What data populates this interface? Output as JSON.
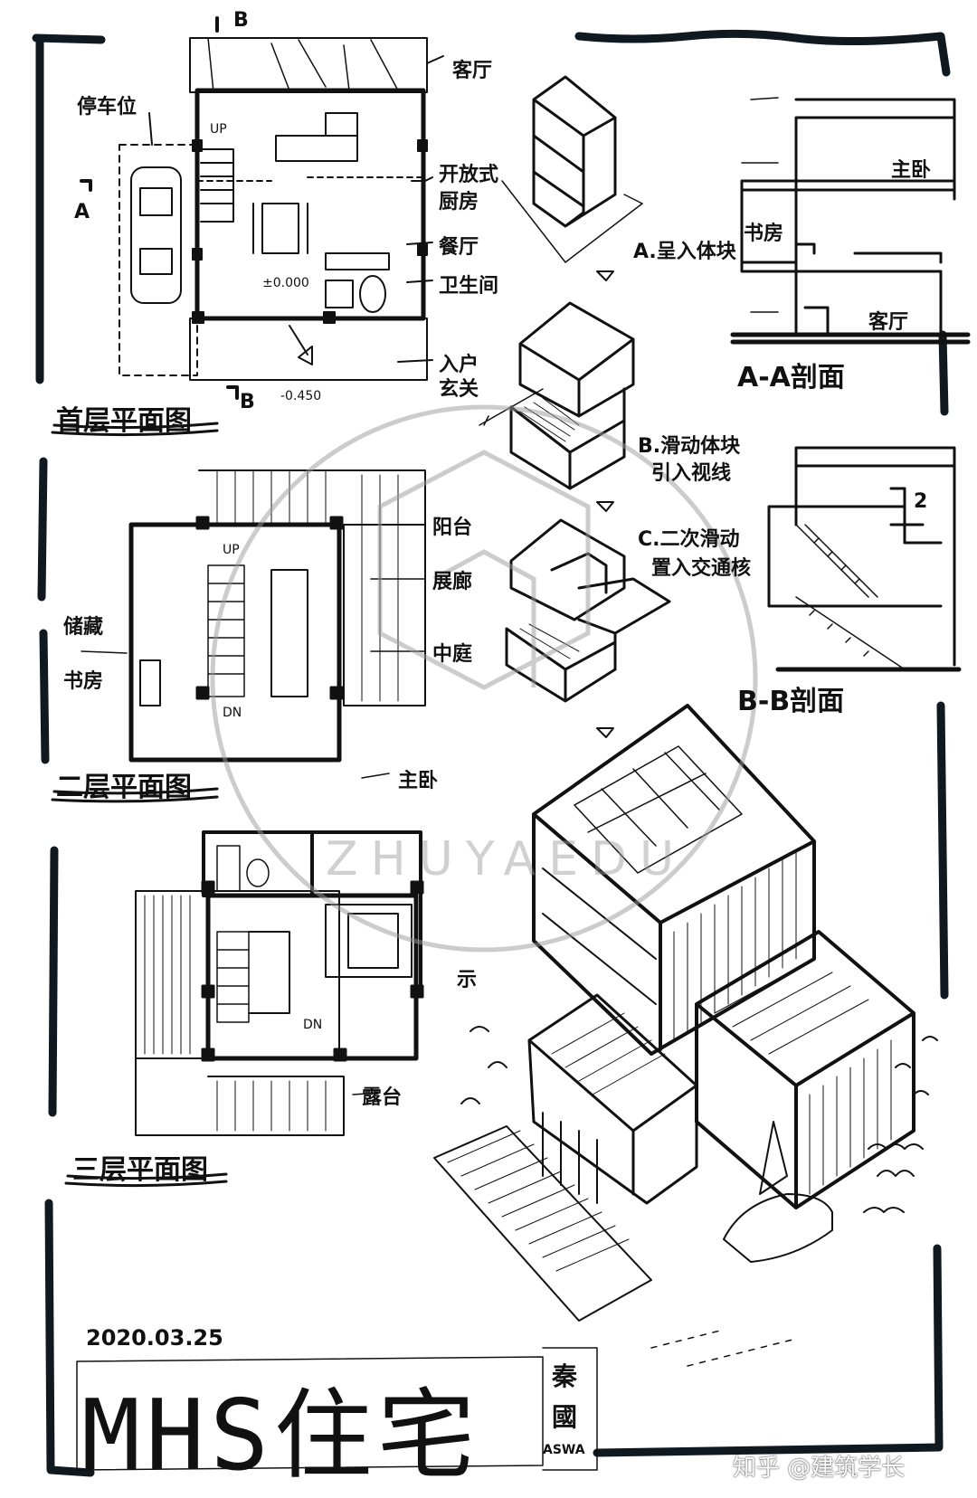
{
  "colors": {
    "ink": "#111111",
    "border": "#101820",
    "border_light": "#3a4a70",
    "watermark": "#9a9a9a",
    "paper": "#ffffff"
  },
  "plans": {
    "first_floor": {
      "title": "首层平面图",
      "labels": {
        "parking": "停车位",
        "living": "客厅",
        "open_kitchen_1": "开放式",
        "open_kitchen_2": "厨房",
        "dining": "餐厅",
        "bathroom": "卫生间",
        "entry_1": "入户",
        "entry_2": "玄关",
        "up": "UP",
        "elev_in": "±0.000",
        "elev_out": "-0.450",
        "section_a": "A",
        "section_b_top": "B",
        "section_b_bottom": "B"
      }
    },
    "second_floor": {
      "title": "二层平面图",
      "labels": {
        "balcony": "阳台",
        "gallery": "展廊",
        "courtyard": "中庭",
        "study_1": "储藏",
        "study_2": "书房",
        "up": "UP",
        "dn": "DN"
      }
    },
    "third_floor": {
      "title": "三层平面图",
      "labels": {
        "master_bedroom": "主卧",
        "terrace": "露台",
        "dn": "DN"
      }
    }
  },
  "massing": {
    "step_a": "A.呈入体块",
    "step_b_1": "B.滑动体块",
    "step_b_2": "引入视线",
    "step_c_1": "C.二次滑动",
    "step_c_2": "置入交通核"
  },
  "sections": {
    "aa_title": "A-A剖面",
    "bb_title": "B-B剖面",
    "aa_labels": {
      "bedroom": "主卧",
      "study": "书房",
      "living": "客厅"
    },
    "bb_labels": {
      "num": "2"
    }
  },
  "axon": {
    "label": "示"
  },
  "signature": {
    "date": "2020.03.25",
    "project_title": "MHS住宅",
    "author_1": "秦",
    "author_2": "國",
    "author_3": "ASWA"
  },
  "watermark": {
    "text": "ZHUYAEDU",
    "credit": "知乎 @建筑学长"
  }
}
